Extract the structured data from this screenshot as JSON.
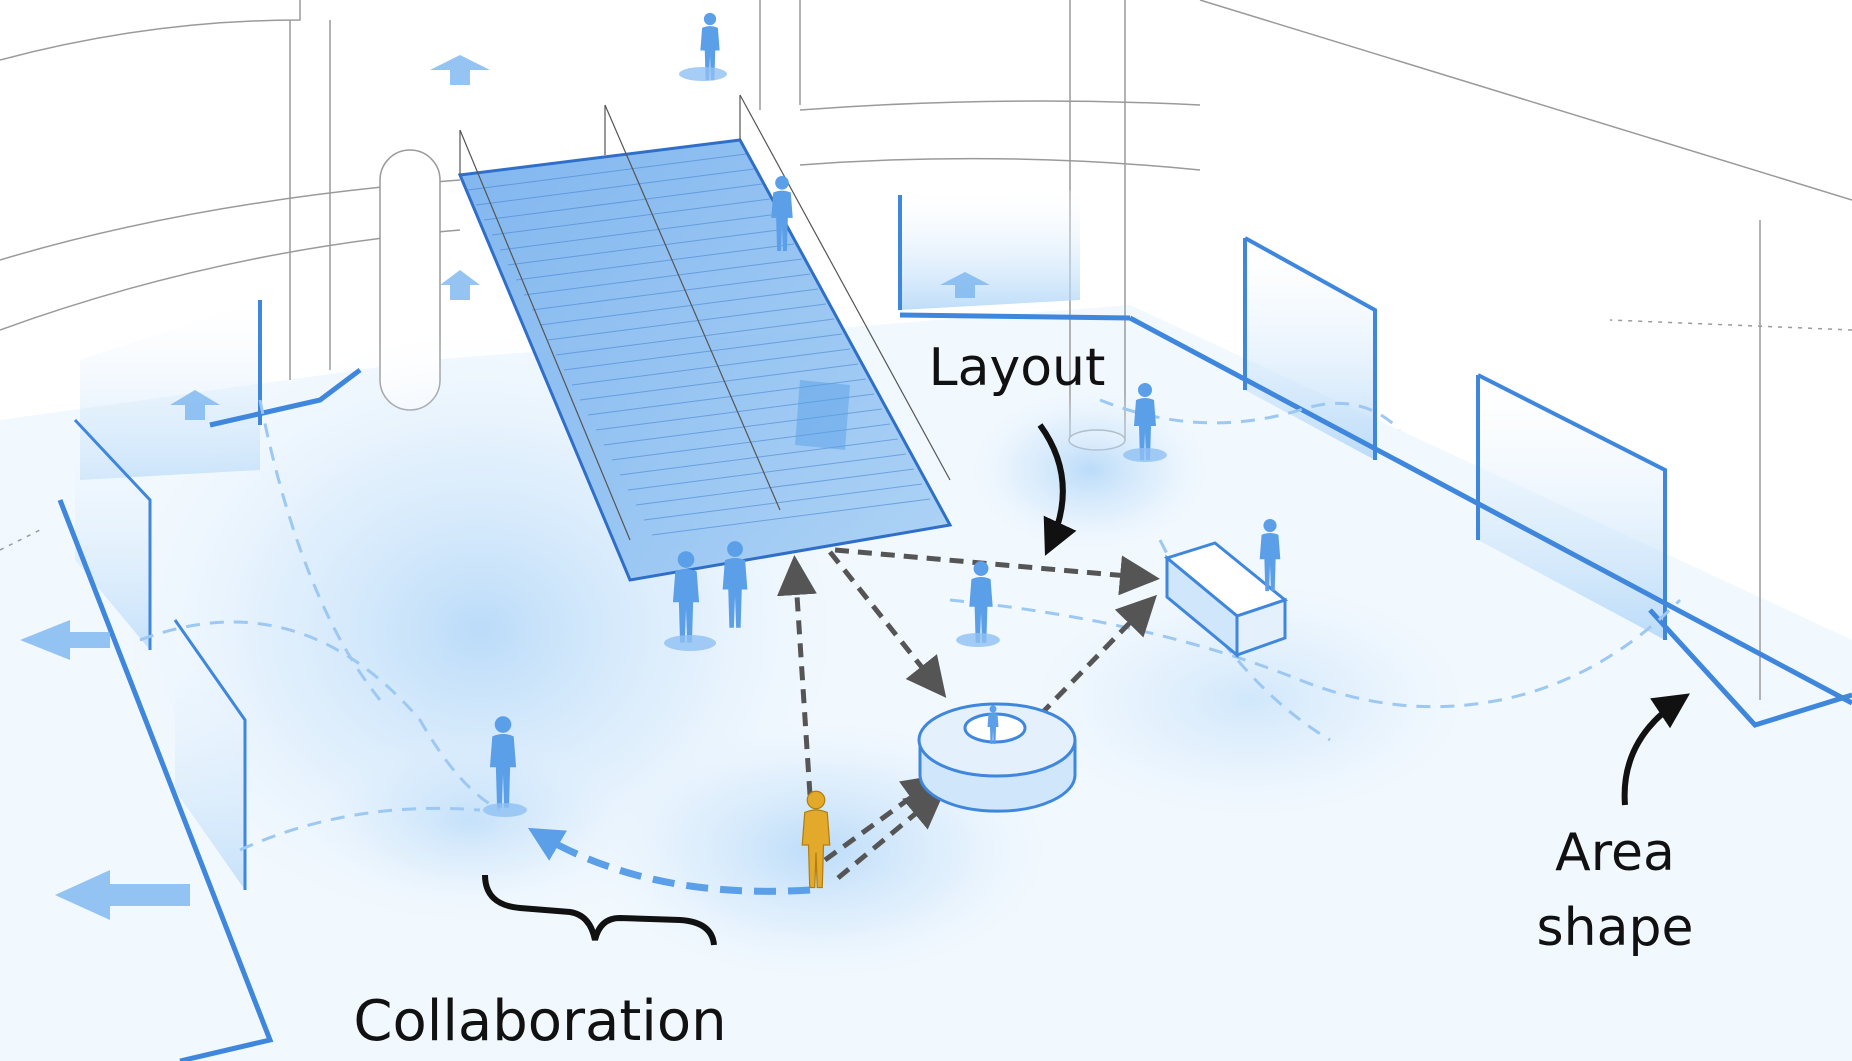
{
  "labels": {
    "layout": "Layout",
    "area_shape_line1": "Area",
    "area_shape_line2": "shape",
    "collaboration": "Collaboration"
  },
  "colors": {
    "accent_blue": "#4a90e2",
    "light_blue": "#cfe6fb",
    "highlight_person": "#e3a92b",
    "arrow_gray": "#555555",
    "label_text": "#111111"
  },
  "icons": [
    "person-icon",
    "highlighted-person-icon",
    "dashed-arrow-icon",
    "curved-arrow-icon",
    "brace-icon"
  ]
}
